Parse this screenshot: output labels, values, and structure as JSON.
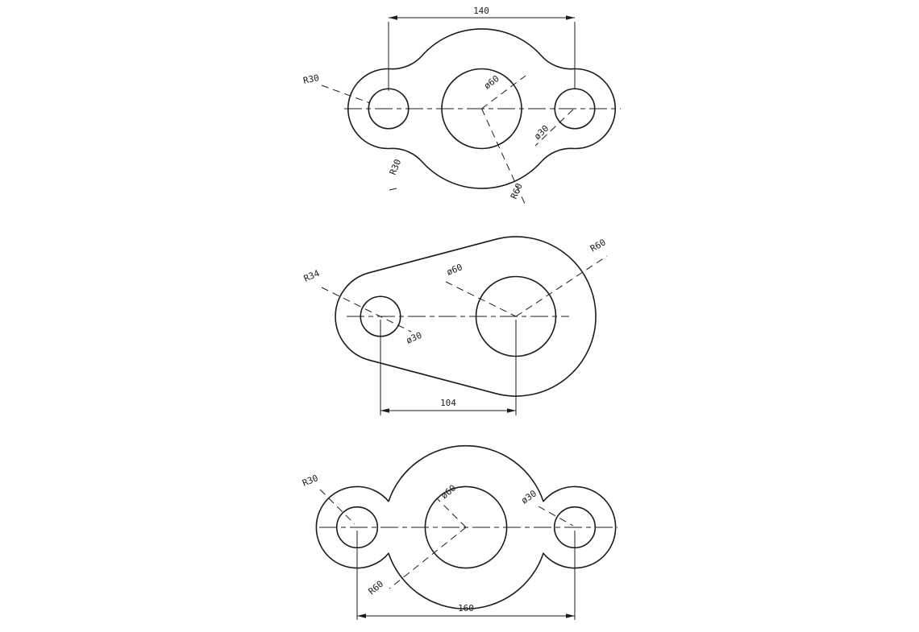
{
  "figures": {
    "fig1": {
      "dim_width": "140",
      "labels": {
        "r30_left": "R30",
        "r30_fillet": "R30",
        "d60": "ø60",
        "d30": "ø30",
        "r60": "R60"
      }
    },
    "fig2": {
      "dim_width": "104",
      "labels": {
        "r34": "R34",
        "d60": "ø60",
        "r60": "R60",
        "d30": "ø30"
      }
    },
    "fig3": {
      "dim_width": "160",
      "labels": {
        "r30": "R30",
        "d60": "ø60",
        "d30": "ø30",
        "r60": "R60"
      }
    }
  },
  "colors": {
    "line": "#1c1c1c",
    "background": "#ffffff"
  }
}
